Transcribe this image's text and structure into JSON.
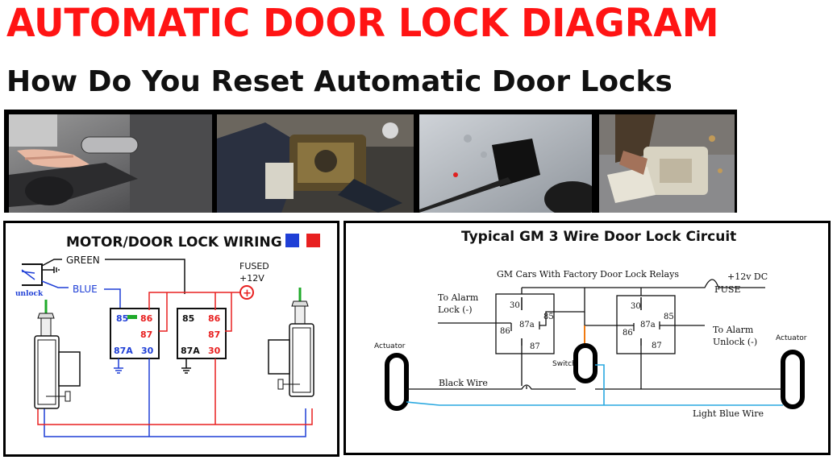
{
  "header": {
    "title": "AUTOMATIC DOOR LOCK DIAGRAM",
    "subtitle": "How Do You Reset Automatic Door Locks"
  },
  "photos": [
    {
      "name": "door-handle-photo"
    },
    {
      "name": "lock-actuator-closeup-photo"
    },
    {
      "name": "door-panel-opening-photo"
    },
    {
      "name": "removed-actuator-photo"
    }
  ],
  "left_diagram": {
    "title": "MOTOR/DOOR LOCK WIRING",
    "legend_colors": [
      "#1f3fd6",
      "#e82020"
    ],
    "wire_green_label": "GREEN",
    "wire_blue_label": "BLUE",
    "unlock_label": "unlock",
    "fused_label": "FUSED",
    "voltage_label": "+12V",
    "plus_symbol": "+",
    "relay1": {
      "p85": "85",
      "p86": "86",
      "p87": "87",
      "p87a": "87A",
      "p30": "30"
    },
    "relay2": {
      "p85": "85",
      "p86": "86",
      "p87": "87",
      "p87a": "87A",
      "p30": "30"
    }
  },
  "right_diagram": {
    "title": "Typical GM 3 Wire Door Lock Circuit",
    "relays_label": "GM Cars With Factory Door Lock Relays",
    "supply_label": "+12v DC",
    "fuse_label": "FUSE",
    "to_alarm_lock_1": "To Alarm",
    "to_alarm_lock_2": "Lock (-)",
    "to_alarm_unlock_1": "To Alarm",
    "to_alarm_unlock_2": "Unlock (-)",
    "actuator_left": "Actuator",
    "actuator_right": "Actuator",
    "switch_label": "Switch",
    "black_wire_label": "Black Wire",
    "light_blue_wire_label": "Light Blue Wire",
    "relay1": {
      "p30": "30",
      "p85": "85",
      "p86": "86",
      "p87a": "87a",
      "p87": "87"
    },
    "relay2": {
      "p30": "30",
      "p85": "85",
      "p86": "86",
      "p87a": "87a",
      "p87": "87"
    }
  },
  "colors": {
    "title_red": "#ff1414",
    "wire_blue": "#1f3fd6",
    "wire_red": "#e82020",
    "wire_green": "#1faa2a",
    "wire_light_blue": "#29a8e0",
    "wire_orange": "#f07a10"
  }
}
